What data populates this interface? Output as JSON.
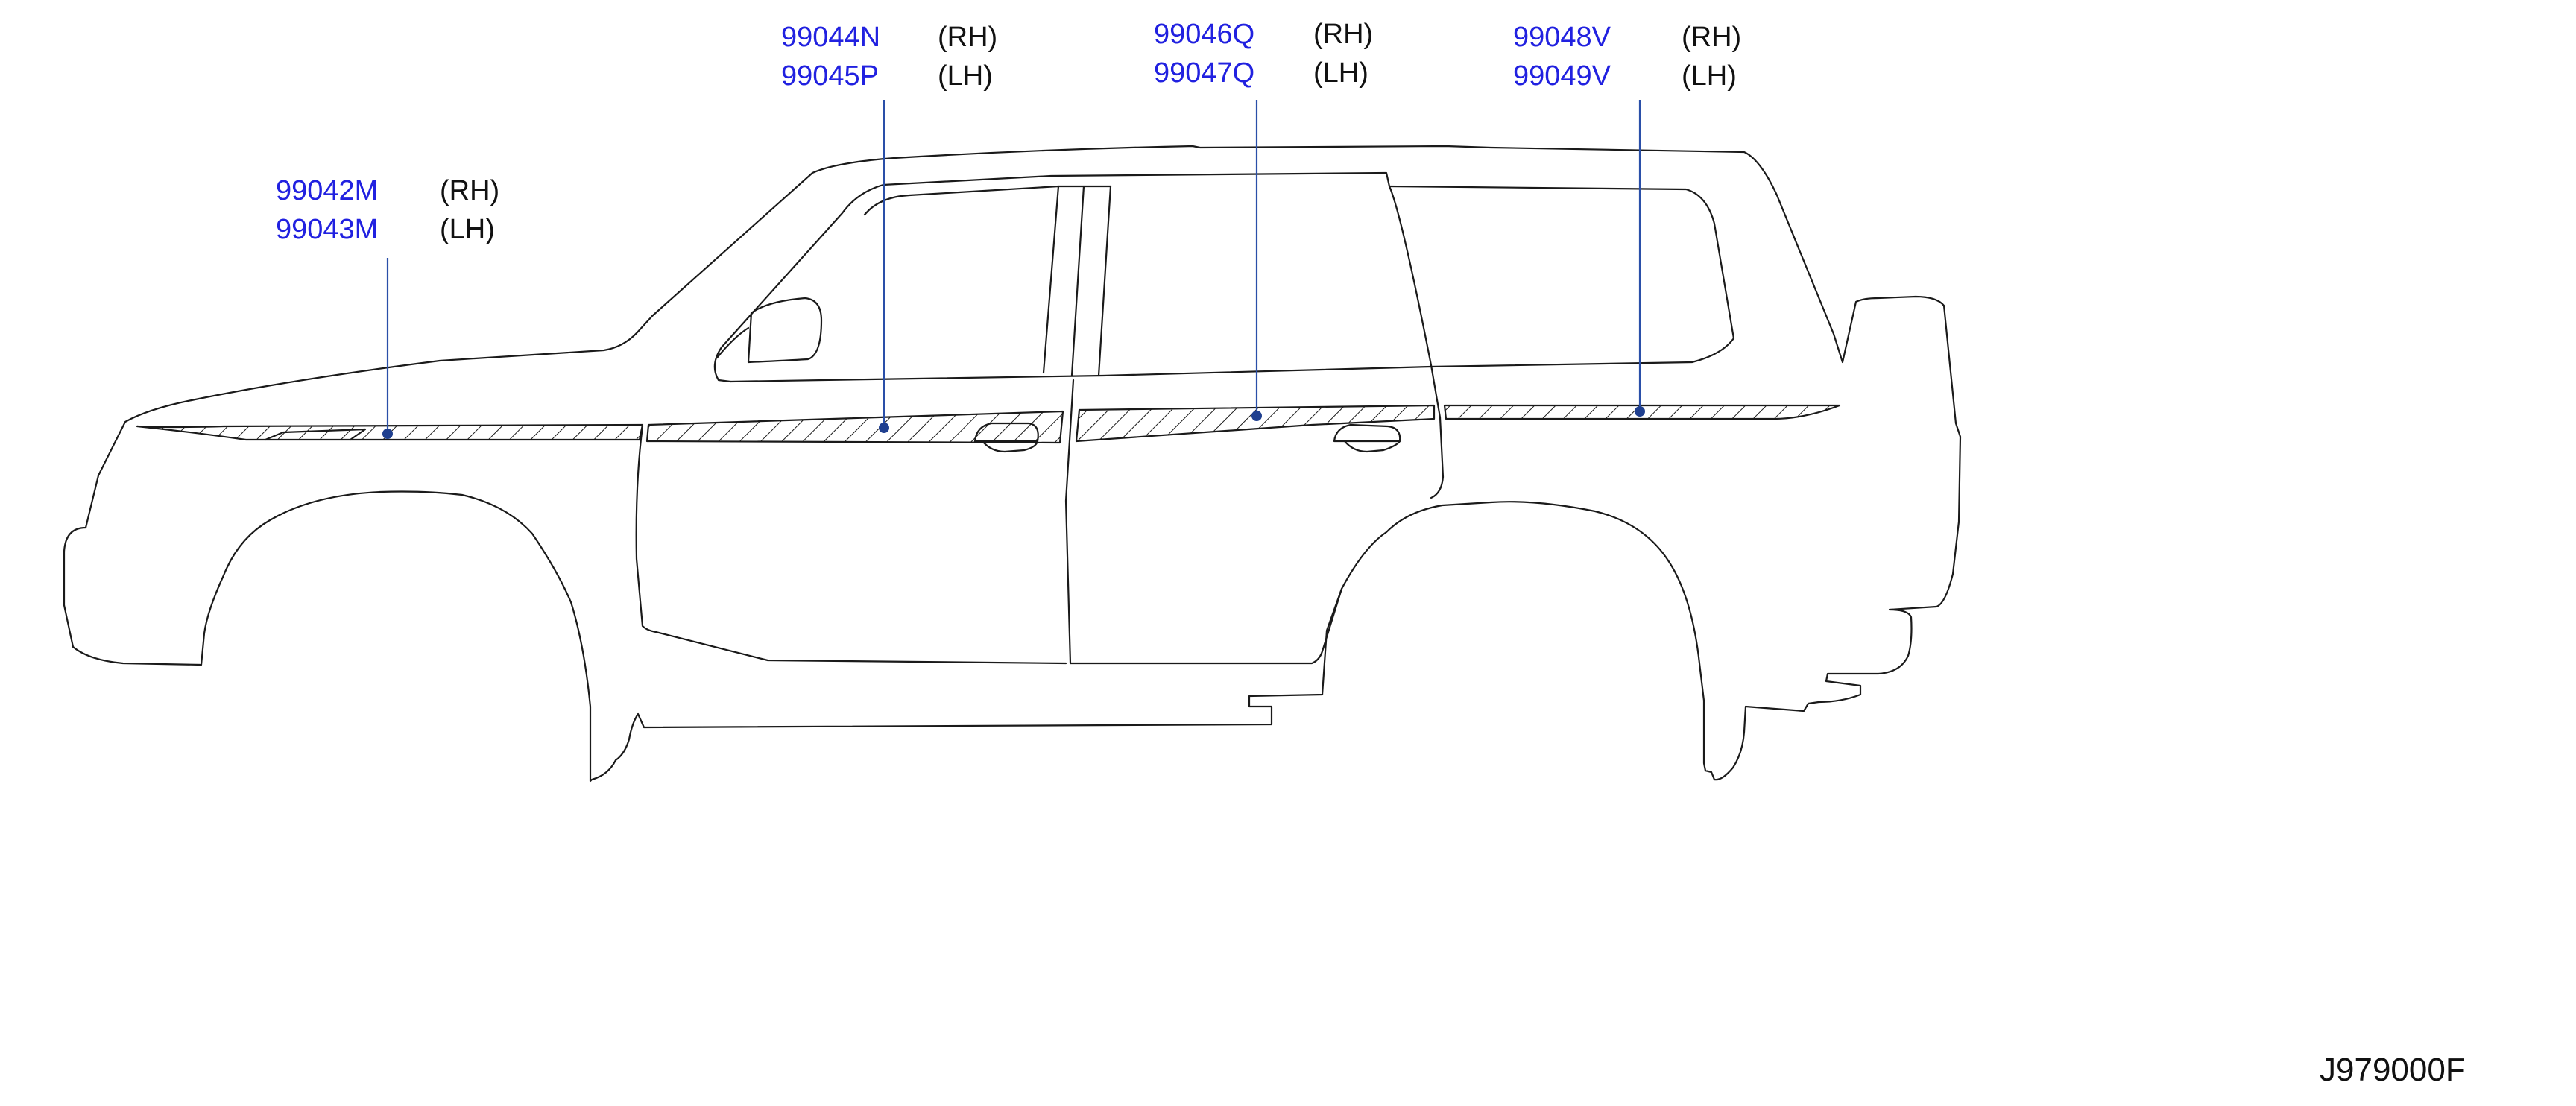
{
  "callouts": [
    {
      "part_rh": "99042M",
      "rh": "(RH)",
      "part_lh": "99043M",
      "lh": "(LH)"
    },
    {
      "part_rh": "99044N",
      "rh": "(RH)",
      "part_lh": "99045P",
      "lh": "(LH)"
    },
    {
      "part_rh": "99046Q",
      "rh": "(RH)",
      "part_lh": "99047Q",
      "lh": "(LH)"
    },
    {
      "part_rh": "99048V",
      "rh": "(RH)",
      "part_lh": "99049V",
      "lh": "(LH)"
    }
  ],
  "diagram_code": "J979000F",
  "colors": {
    "part_number": "#2121e0",
    "leader": "#2a4fa8",
    "outline": "#1a1a1a"
  }
}
